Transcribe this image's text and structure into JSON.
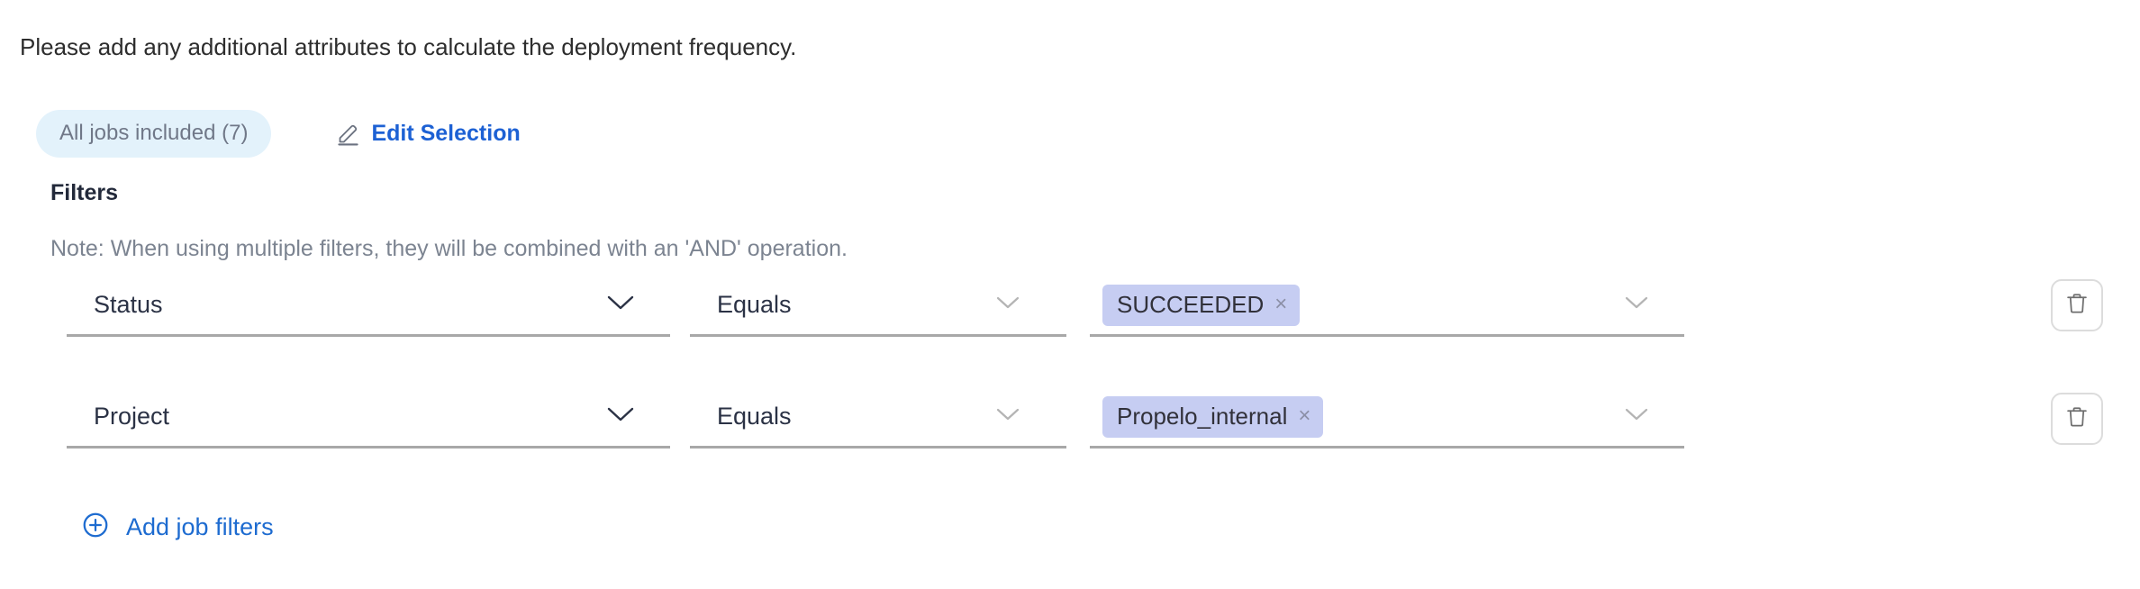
{
  "intro": {
    "text": "Please add any additional attributes to calculate the deployment frequency."
  },
  "selection": {
    "jobs_pill_label": "All jobs included (7)",
    "edit_label": "Edit Selection",
    "edit_icon": "pencil-icon"
  },
  "filters": {
    "title": "Filters",
    "note": "Note: When using multiple filters, they will be combined with an 'AND' operation.",
    "add_label": "Add job filters",
    "add_icon": "plus-circle-icon",
    "delete_icon": "trash-icon",
    "caret_icon": "chevron-down-icon",
    "rows": [
      {
        "attribute": "Status",
        "operator": "Equals",
        "values": [
          {
            "label": "SUCCEEDED",
            "remove": "×"
          }
        ]
      },
      {
        "attribute": "Project",
        "operator": "Equals",
        "values": [
          {
            "label": "Propelo_internal",
            "remove": "×"
          }
        ]
      }
    ]
  },
  "colors": {
    "link_blue": "#1d61d4",
    "pill_bg": "#e3f2fb",
    "pill_text": "#707888",
    "chip_bg": "#c6cdf2",
    "chip_text": "#31313a",
    "underline": "#a8a8a8",
    "note_text": "#7c8491",
    "field_text": "#2b3245"
  }
}
